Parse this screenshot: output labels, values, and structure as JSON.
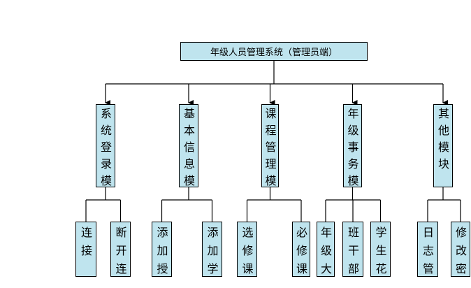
{
  "root": {
    "label": "年级人员管理系统（管理员端）"
  },
  "modules": [
    {
      "label": "系统登录模块",
      "children": [
        "连接",
        "断开连接"
      ]
    },
    {
      "label": "基本信息模块",
      "children": [
        "添加授课",
        "添加学生"
      ]
    },
    {
      "label": "课程管理模块",
      "children": [
        "选修课程",
        "必修课程"
      ]
    },
    {
      "label": "年级事务模块",
      "children": [
        "年级大事",
        "班干部名",
        "学生花名"
      ]
    },
    {
      "label": "其他模块",
      "children": [
        "日志管理",
        "修改密码"
      ]
    }
  ],
  "colors": {
    "box_fill": "#bfe4ee",
    "line": "#000000"
  }
}
